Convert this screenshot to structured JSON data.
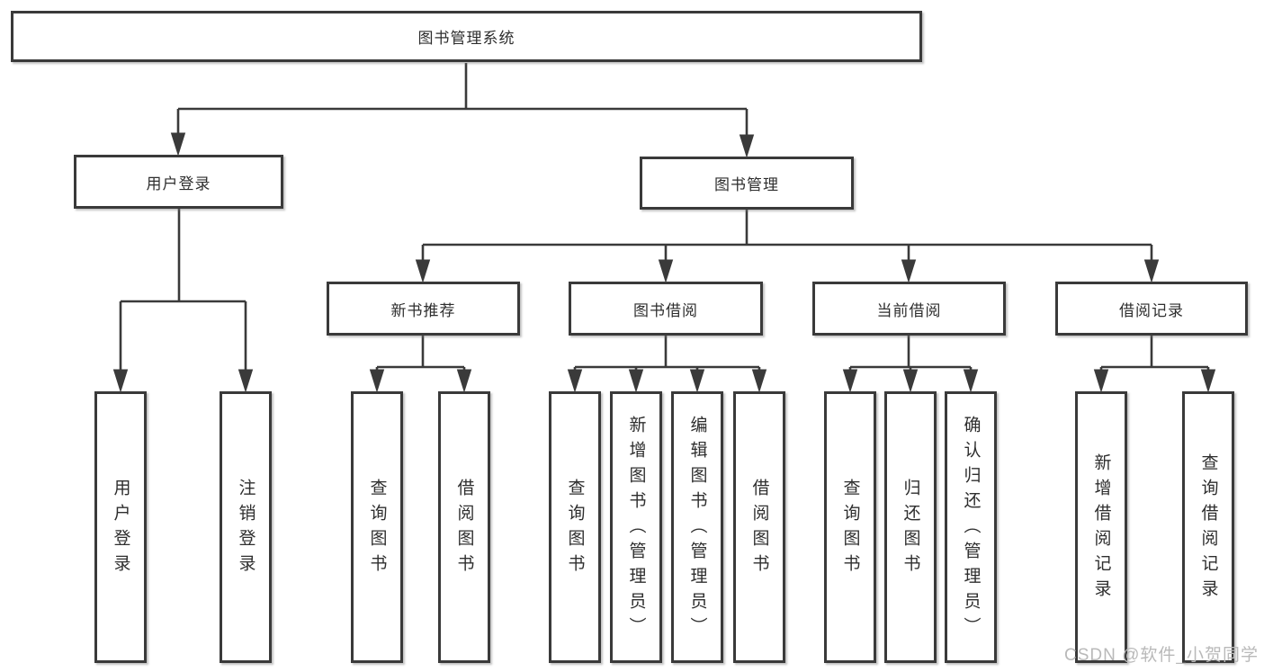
{
  "tree": {
    "label": "图书管理系统",
    "children": [
      {
        "label": "用户登录",
        "children": [
          {
            "label": "用户登录"
          },
          {
            "label": "注销登录"
          }
        ]
      },
      {
        "label": "图书管理",
        "children": [
          {
            "label": "新书推荐",
            "children": [
              {
                "label": "查询图书"
              },
              {
                "label": "借阅图书"
              }
            ]
          },
          {
            "label": "图书借阅",
            "children": [
              {
                "label": "查询图书"
              },
              {
                "label": "新增图书（管理员）"
              },
              {
                "label": "编辑图书（管理员）"
              },
              {
                "label": "借阅图书"
              }
            ]
          },
          {
            "label": "当前借阅",
            "children": [
              {
                "label": "查询图书"
              },
              {
                "label": "归还图书"
              },
              {
                "label": "确认归还（管理员）"
              }
            ]
          },
          {
            "label": "借阅记录",
            "children": [
              {
                "label": "新增借阅记录"
              },
              {
                "label": "查询借阅记录"
              }
            ]
          }
        ]
      }
    ]
  },
  "watermark": {
    "text": "CSDN @软件_小贺同学"
  },
  "colors": {
    "line": "#3a3a3a",
    "box_border": "#3a3a3a",
    "text": "#2e2e2e",
    "background": "#ffffff",
    "watermark": "#b9b9b9"
  }
}
